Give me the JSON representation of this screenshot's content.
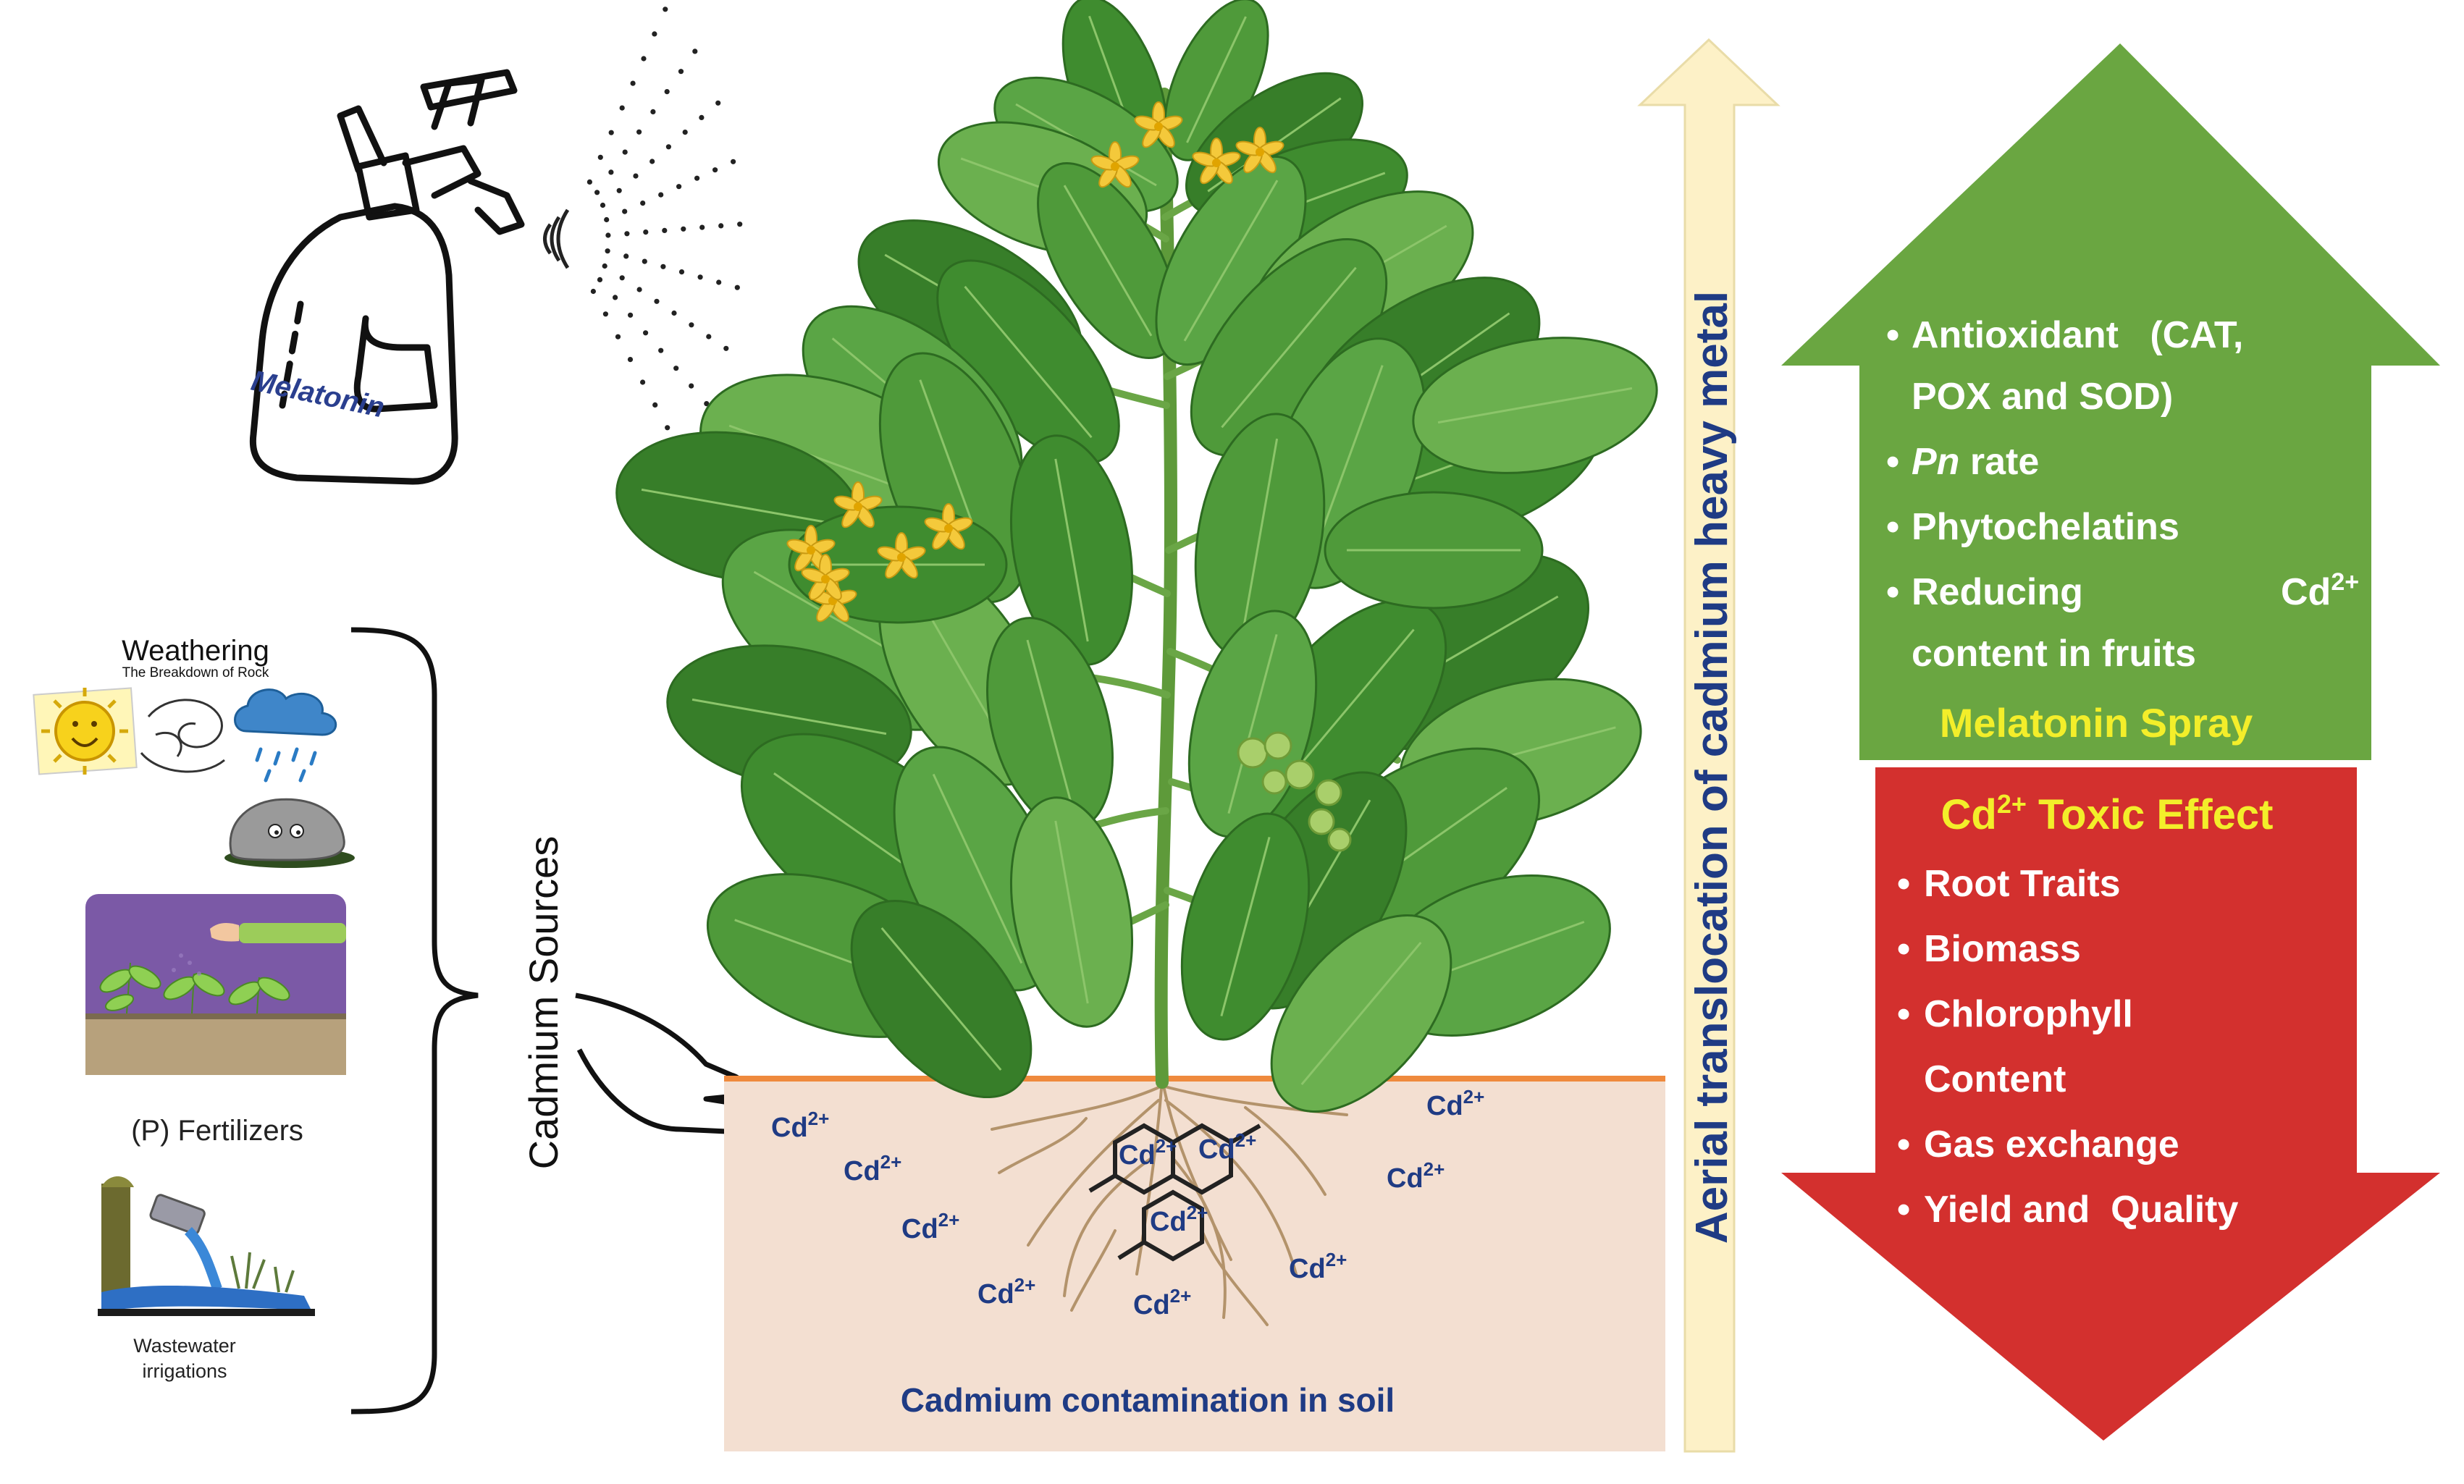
{
  "sprayer": {
    "label": "Melatonin"
  },
  "sources": {
    "title": "Cadmium  Sources",
    "weathering": {
      "title": "Weathering",
      "subtitle": "The Breakdown of Rock"
    },
    "fertilizers": {
      "label": "(P) Fertilizers"
    },
    "wastewater": {
      "line1": "Wastewater",
      "line2": "irrigations"
    }
  },
  "soil": {
    "caption": "Cadmium contamination in soil",
    "ion_base": "Cd",
    "ion_charge": "2+",
    "ion_count": 9,
    "ring_ions": [
      {
        "base": "Cd",
        "charge": "2+"
      },
      {
        "base": "Cd",
        "charge": "2+"
      },
      {
        "base": "Cd",
        "charge": "2+"
      }
    ]
  },
  "translocation_arrow": {
    "label": "Aerial translocation of cadmium heavy metal"
  },
  "melatonin_panel": {
    "title": "Melatonin Spray",
    "items": [
      {
        "line1": "Antioxidant   (CAT,",
        "line2": "POX and SOD)"
      },
      {
        "italic": "Pn",
        "rest": " rate"
      },
      {
        "line1": "Phytochelatins"
      },
      {
        "line1": "Reducing",
        "ion_base": "Cd",
        "ion_charge": "2+",
        "line2": "content in fruits"
      }
    ]
  },
  "toxic_panel": {
    "title_base": "Cd",
    "title_charge": "2+",
    "title_rest": " Toxic Effect",
    "items": [
      "Root Traits",
      "Biomass",
      "Chlorophyll",
      "Content",
      "Gas exchange",
      "Yield and  Quality"
    ]
  },
  "colors": {
    "green_panel": "#6aa641",
    "red_panel": "#d3302e",
    "yellow_title": "#f3ee2a",
    "soil": "#f3dfd1",
    "soil_line": "#ef8a3d",
    "ion_text": "#1f3b84",
    "arrow_fill": "#fdf1c7",
    "arrow_text": "#1f3b84",
    "leaf": "#3f8c2f",
    "flower": "#f4c93b"
  }
}
